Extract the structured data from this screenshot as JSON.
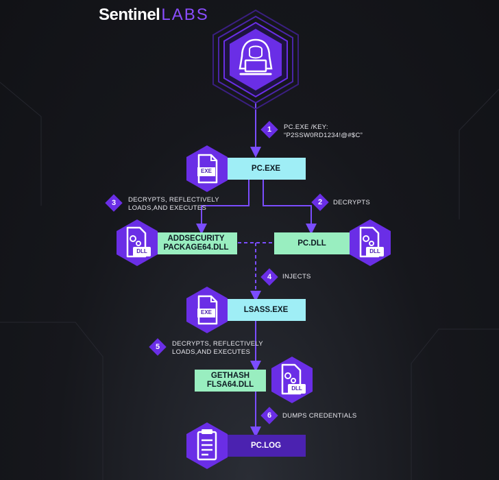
{
  "logo": {
    "part1": "Sentinel",
    "part2": "LABS"
  },
  "nodes": {
    "pc_exe": {
      "label": "PC.EXE",
      "icon_text": "EXE"
    },
    "addsecurity": {
      "line1": "ADDSECURITY",
      "line2": "PACKAGE64.DLL",
      "icon_text": "DLL"
    },
    "pc_dll": {
      "label": "PC.DLL",
      "icon_text": "DLL"
    },
    "lsass": {
      "label": "LSASS.EXE",
      "icon_text": "EXE"
    },
    "gethash": {
      "line1": "GETHASH",
      "line2": "FLSA64.DLL",
      "icon_text": "DLL"
    },
    "pc_log": {
      "label": "PC.LOG"
    }
  },
  "steps": [
    {
      "num": "1",
      "line1": "PC.EXE /KEY:",
      "line2": "“P2SSW0RD1234!@#$C”"
    },
    {
      "num": "2",
      "line1": "DECRYPTS",
      "line2": ""
    },
    {
      "num": "3",
      "line1": "DECRYPTS, REFLECTIVELY",
      "line2": "LOADS,AND EXECUTES"
    },
    {
      "num": "4",
      "line1": "INJECTS",
      "line2": ""
    },
    {
      "num": "5",
      "line1": "DECRYPTS, REFLECTIVELY",
      "line2": "LOADS,AND EXECUTES"
    },
    {
      "num": "6",
      "line1": "DUMPS CREDENTIALS",
      "line2": ""
    }
  ],
  "colors": {
    "accent": "#8a4dff",
    "hex_fill": "#6a2ee6",
    "connector": "#7b4dff",
    "cyan_bar": "#9feef6",
    "mint_bar": "#99eec0",
    "log_bar": "#4b22b0"
  },
  "icons": {
    "attacker": "hacker-with-laptop-icon",
    "exe": "exe-file-icon",
    "dll": "dll-file-gear-icon",
    "log": "document-log-icon"
  }
}
